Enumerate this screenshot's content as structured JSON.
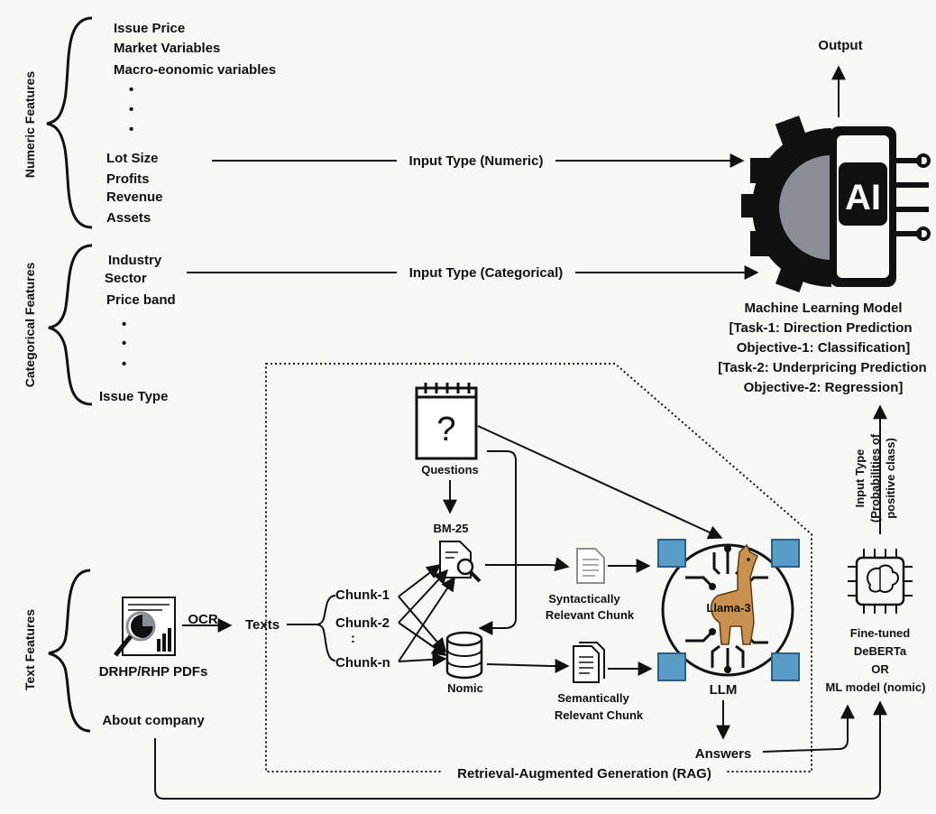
{
  "groups": {
    "numeric": "Numeric Features",
    "categorical": "Categorical Features",
    "text": "Text Features"
  },
  "numeric_top": [
    "Issue Price",
    "Market Variables",
    "Macro-eonomic variables"
  ],
  "numeric_bottom": [
    "Lot Size",
    "Profits",
    "Revenue",
    "Assets"
  ],
  "categorical_top": [
    "Industry",
    "Sector",
    "Price band"
  ],
  "categorical_bottom": "Issue Type",
  "dots": "•",
  "edges": {
    "numeric": "Input Type (Numeric)",
    "categorical": "Input Type (Categorical)",
    "ocr": "OCR",
    "output": "Output"
  },
  "ai_chip_text": "AI",
  "model_caption": [
    "Machine Learning Model",
    "[Task-1: Direction Prediction",
    "Objective-1: Classification]",
    "[Task-2: Underpricing Prediction",
    "Objective-2: Regression]"
  ],
  "input_type_prob": [
    "Input Type",
    "(Probabilities of",
    "positive class)"
  ],
  "text_inputs": {
    "pdfs": "DRHP/RHP PDFs",
    "about": "About company",
    "texts": "Texts"
  },
  "chunks": [
    "Chunk-1",
    "Chunk-2",
    "Chunk-n"
  ],
  "chunk_vdots": ":",
  "rag": {
    "title": "Retrieval-Augmented Generation (RAG)",
    "questions": "Questions",
    "question_mark": "?",
    "bm25": "BM-25",
    "nomic": "Nomic",
    "syntactic": [
      "Syntactically",
      "Relevant Chunk"
    ],
    "semantic": [
      "Semantically",
      "Relevant Chunk"
    ],
    "llm_name": "Llama-3",
    "llm": "LLM",
    "answers": "Answers"
  },
  "finetuned": [
    "Fine-tuned",
    "DeBERTa",
    "OR",
    "ML model (nomic)"
  ],
  "colors": {
    "ink": "#111111",
    "chipBlue": "#5a9cc8",
    "chipDark": "#2b5f86",
    "llama": "#c8914e",
    "gearGray": "#8a8f96"
  }
}
